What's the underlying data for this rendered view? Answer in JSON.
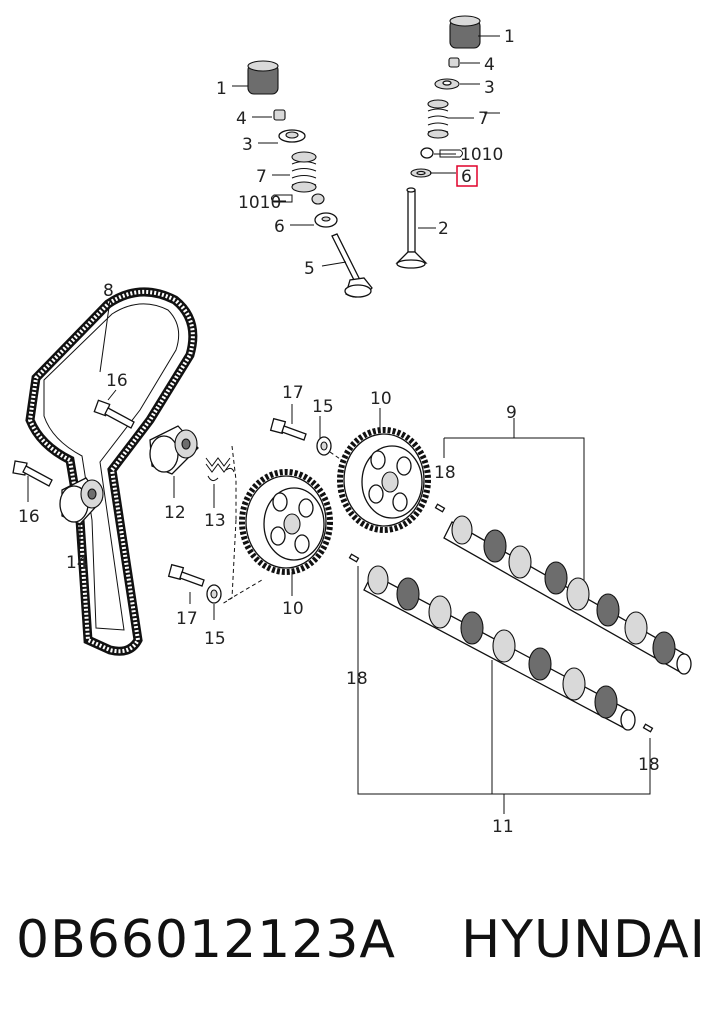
{
  "diagram": {
    "highlight_color": "#e0002a",
    "callouts": [
      "1",
      "4",
      "3",
      "7",
      "1010",
      "6",
      "5",
      "2",
      "8",
      "16",
      "12",
      "13",
      "14",
      "17",
      "15",
      "10",
      "9",
      "18",
      "11"
    ]
  },
  "footer": {
    "part_number": "0B66012123A",
    "brand": "HYUNDAI"
  }
}
